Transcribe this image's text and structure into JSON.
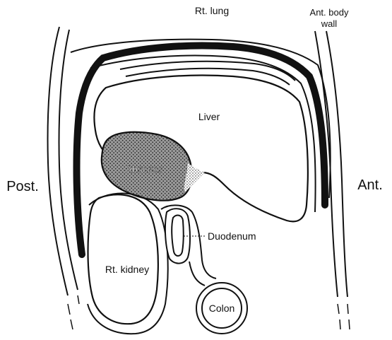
{
  "labels": {
    "rt_lung": "Rt. lung",
    "ant_body_wall_1": "Ant. body",
    "ant_body_wall_2": "wall",
    "liver": "Liver",
    "abscess": "Abscess",
    "post": "Post.",
    "ant": "Ant.",
    "duodenum": "Duodenum",
    "rt_kidney": "Rt. kidney",
    "colon": "Colon"
  },
  "colors": {
    "ink": "#111111",
    "abscess_fill": "#8c8c8c",
    "background": "#ffffff"
  }
}
